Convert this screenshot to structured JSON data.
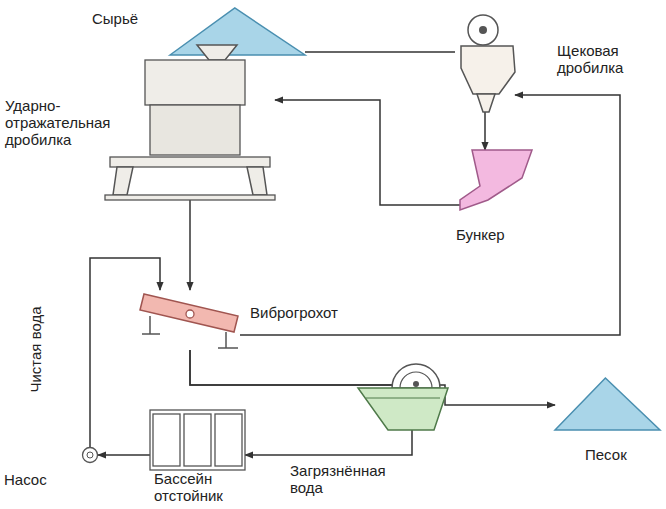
{
  "diagram": {
    "nodes": [
      {
        "text": [
          "Сырьё"
        ]
      },
      {
        "text": [
          "Щековая дробилка"
        ]
      },
      {
        "text": [
          "Ударно-отражательная дробилка"
        ]
      },
      {
        "text": [
          "Бункер"
        ]
      },
      {
        "text": [
          "Виброгрохот"
        ]
      },
      {
        "text": [
          "Песок"
        ]
      },
      {
        "text": [
          "Насос"
        ]
      },
      {
        "text": [
          "Бассейн отстойник"
        ]
      }
    ],
    "edges": [
      {
        "from": 0,
        "to": 1,
        "arrow": "none"
      },
      {
        "from": 1,
        "to": 3,
        "arrow": "to"
      },
      {
        "from": 3,
        "to": 2,
        "arrow": "to"
      },
      {
        "from": 2,
        "to": 4,
        "arrow": "to"
      },
      {
        "from": 4,
        "to": 1,
        "arrow": "to"
      },
      {
        "from": 4,
        "to": 5,
        "arrow": "to"
      },
      {
        "from": 4,
        "to": 7,
        "label": "Загрязнённая вода",
        "arrow": "to"
      },
      {
        "from": 7,
        "to": 6,
        "arrow": "to"
      },
      {
        "from": 6,
        "to": 4,
        "label": "Чистая вода",
        "arrow": "to"
      }
    ]
  }
}
